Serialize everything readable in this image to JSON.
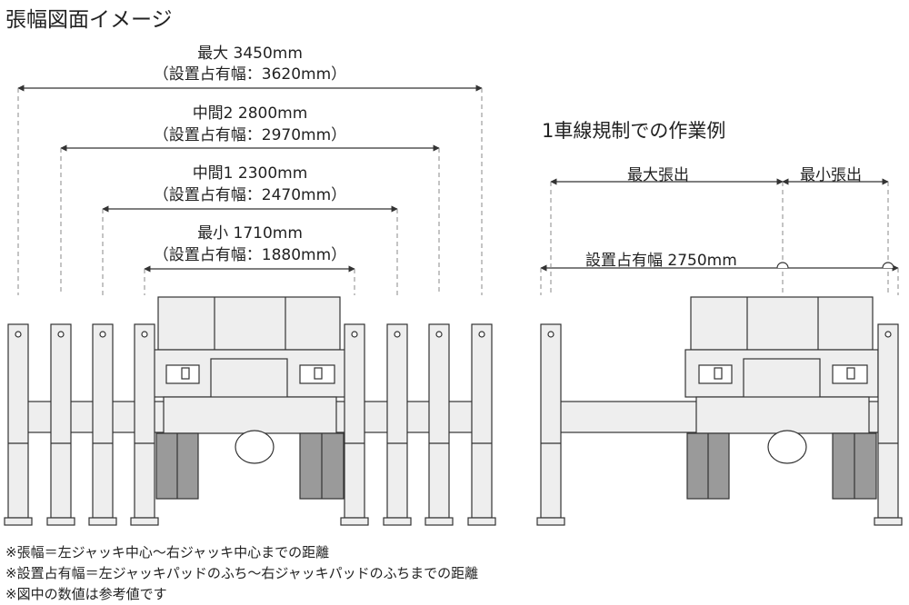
{
  "title": "張幅図面イメージ",
  "dimensions": [
    {
      "name": "最大 3450mm",
      "occupied": "（設置占有幅：3620mm）"
    },
    {
      "name": "中間2 2800mm",
      "occupied": "（設置占有幅：2970mm）"
    },
    {
      "name": "中間1 2300mm",
      "occupied": "（設置占有幅：2470mm）"
    },
    {
      "name": "最小 1710mm",
      "occupied": "（設置占有幅：1880mm）"
    }
  ],
  "example": {
    "title": "1車線規制での作業例",
    "max_label": "最大張出",
    "min_label": "最小張出",
    "occupied_label": "設置占有幅 2750mm"
  },
  "notes": [
    "※張幅＝左ジャッキ中心～右ジャッキ中心までの距離",
    "※設置占有幅＝左ジャッキパッドのふち～右ジャッキパッドのふちまでの距離",
    "※図中の数値は参考値です"
  ],
  "colors": {
    "line": "#333333",
    "fill": "#eeeeee",
    "tire": "#9a9a9a",
    "dash": "#888888"
  }
}
